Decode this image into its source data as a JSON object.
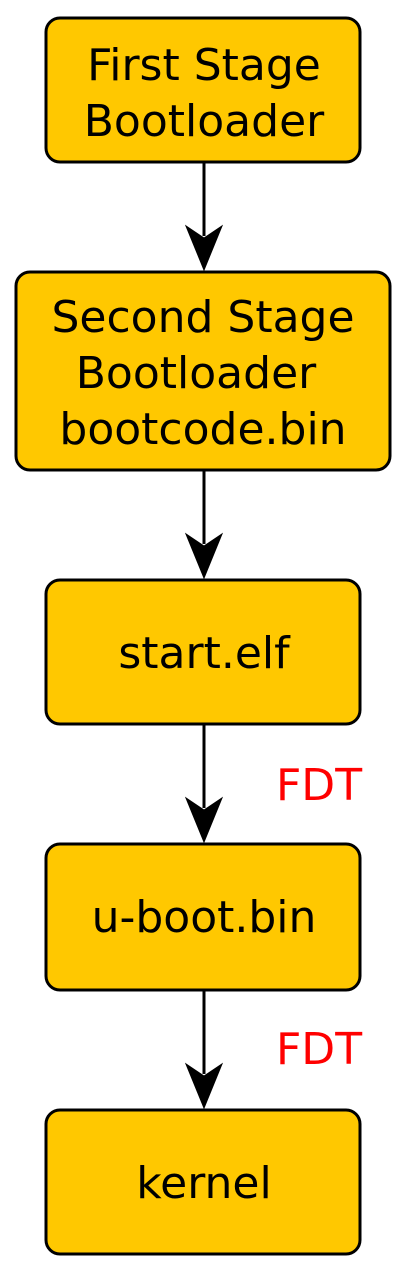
{
  "colors": {
    "node_fill": "#FFC800",
    "node_stroke": "#000000",
    "edge_label": "#FF0000"
  },
  "nodes": [
    {
      "id": "first-stage",
      "lines": [
        "First Stage",
        "Bootloader"
      ]
    },
    {
      "id": "second-stage",
      "lines": [
        "Second Stage",
        "Bootloader",
        "bootcode.bin"
      ]
    },
    {
      "id": "start-elf",
      "lines": [
        "start.elf"
      ]
    },
    {
      "id": "u-boot",
      "lines": [
        "u-boot.bin"
      ]
    },
    {
      "id": "kernel",
      "lines": [
        "kernel"
      ]
    }
  ],
  "edges": [
    {
      "from": "first-stage",
      "to": "second-stage",
      "label": ""
    },
    {
      "from": "second-stage",
      "to": "start-elf",
      "label": ""
    },
    {
      "from": "start-elf",
      "to": "u-boot",
      "label": "FDT"
    },
    {
      "from": "u-boot",
      "to": "kernel",
      "label": "FDT"
    }
  ]
}
